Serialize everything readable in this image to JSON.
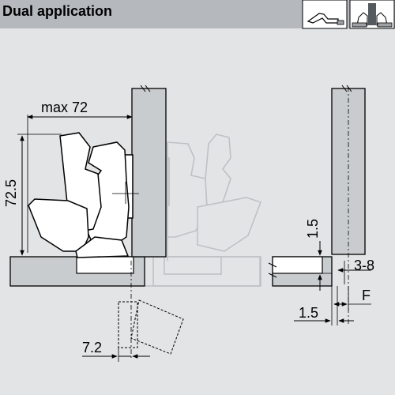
{
  "header": {
    "title": "Dual application",
    "icons": [
      "hinge-profile-icon",
      "dual-application-icon"
    ]
  },
  "dimensions": {
    "max_width": "max 72",
    "height": "72.5",
    "offset_vertical": "1.5",
    "overlay_range": "3-8",
    "overlay_label": "F",
    "gap": "1.5",
    "drill_distance": "7.2"
  },
  "colors": {
    "background": "#e2e4e6",
    "header": "#b5b9bd",
    "panel": "#c9ccce",
    "hinge": "#ffffff",
    "ghost": "#bfc2c5",
    "line": "#000000"
  }
}
